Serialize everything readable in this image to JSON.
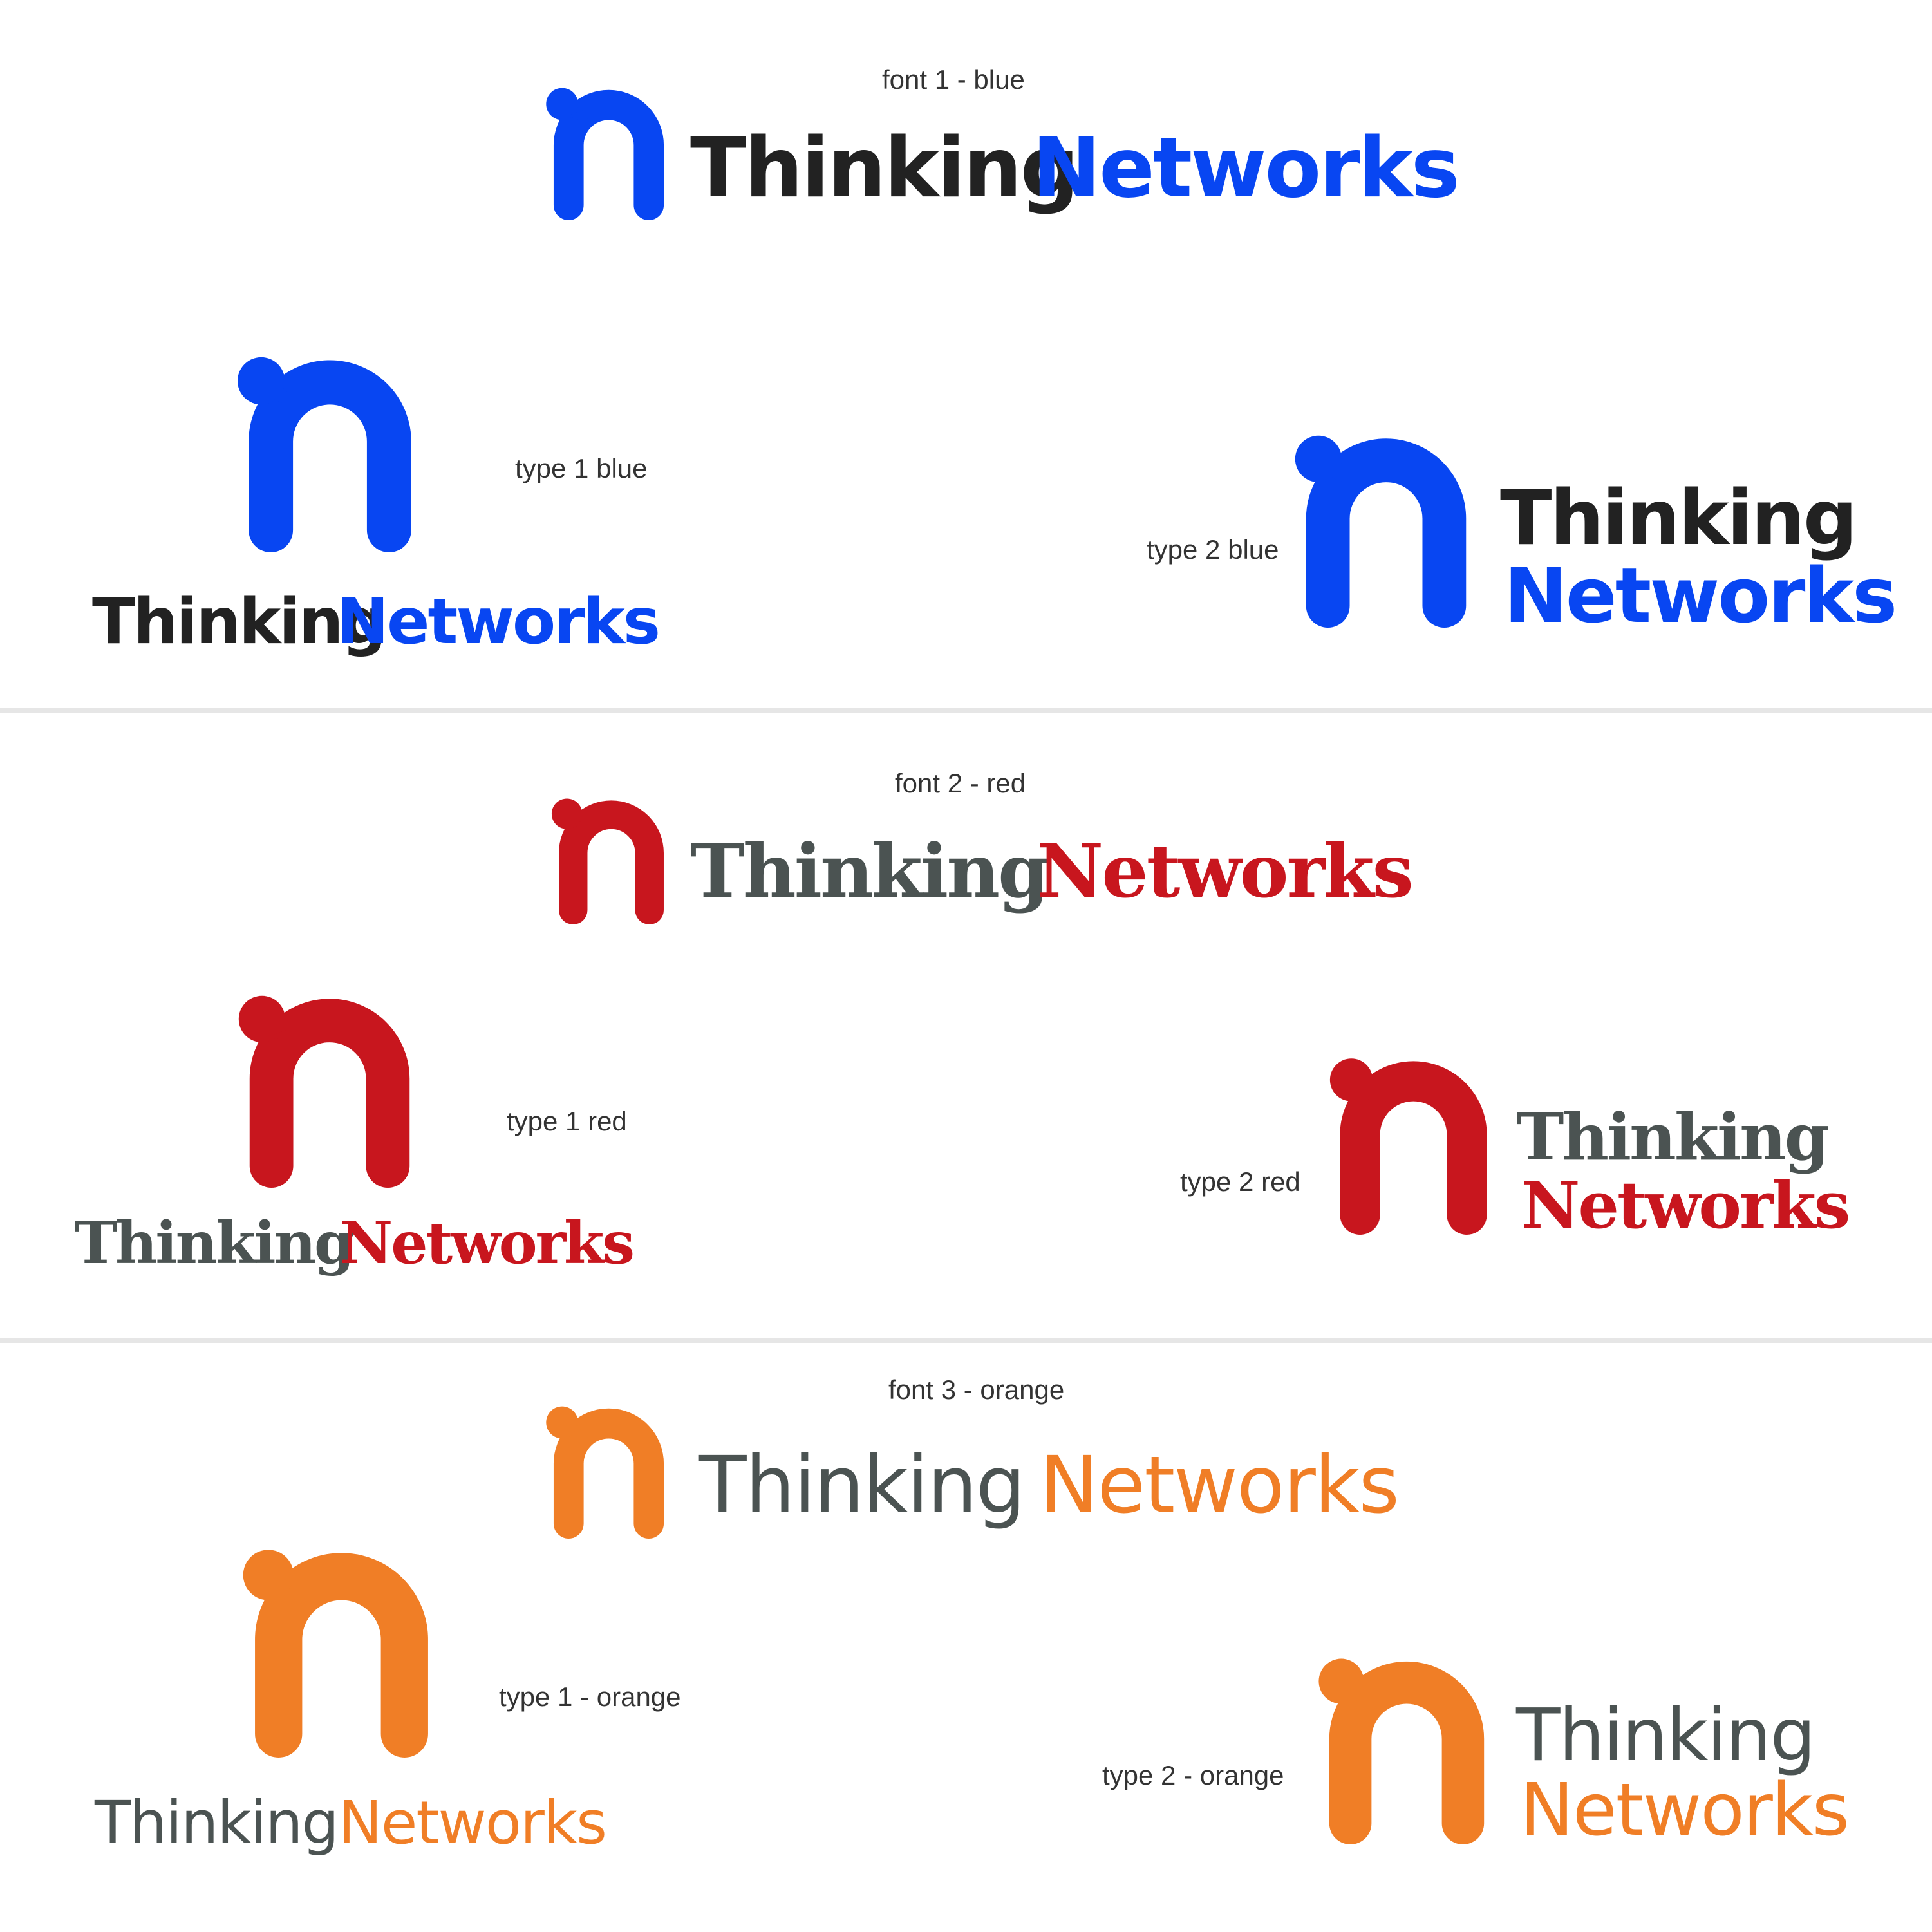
{
  "colors": {
    "blue": "#0846f2",
    "red": "#c8161e",
    "orange": "#f07e26",
    "dark": "#222222",
    "gray": "#4b5352"
  },
  "logo": {
    "word1": "Thinking",
    "word2": "Networks",
    "icon": "n-speech-bubble-icon"
  },
  "sections": [
    {
      "caption": "font 1 - blue",
      "type1_caption": "type 1 blue",
      "type2_caption": "type 2 blue"
    },
    {
      "caption": "font 2 - red",
      "type1_caption": "type 1 red",
      "type2_caption": "type 2 red"
    },
    {
      "caption": "font 3 - orange",
      "type1_caption": "type 1 - orange",
      "type2_caption": "type 2 - orange"
    }
  ]
}
